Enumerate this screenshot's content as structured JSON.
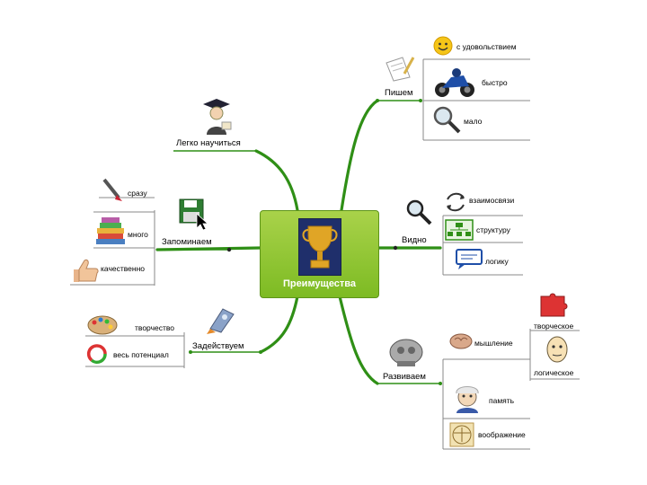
{
  "center": {
    "label": "Преимущества"
  },
  "branches": {
    "write": {
      "label": "Пишем",
      "items": [
        "с удовольствием",
        "быстро",
        "мало"
      ]
    },
    "easy": {
      "label": "Легко научиться"
    },
    "memorize": {
      "label": "Запоминаем",
      "items": [
        "сразу",
        "много",
        "качественно"
      ]
    },
    "see": {
      "label": "Видно",
      "items": [
        "взаимосвязи",
        "структуру",
        "логику"
      ]
    },
    "engage": {
      "label": "Задействуем",
      "items": [
        "творчество",
        "весь потенциал"
      ]
    },
    "develop": {
      "label": "Развиваем",
      "items": [
        "мышление",
        "творческое",
        "логическое",
        "память",
        "воображение"
      ]
    }
  },
  "colors": {
    "branch": "#2f8f16",
    "center": "#8cc43a",
    "center_border": "#5d9419",
    "item_line": "#666666"
  },
  "icons": [
    "smiley-icon",
    "pen-paper-icon",
    "motorcycle-icon",
    "magnifier-icon",
    "graduate-icon",
    "floppy-icon",
    "cursor-icon",
    "pen-icon",
    "books-icon",
    "thumbs-up-icon",
    "arrows-icon",
    "structure-icon",
    "chat-icon",
    "puzzle-icon",
    "face-icon",
    "brain-icon",
    "einstein-icon",
    "vitruvian-icon",
    "palette-icon",
    "recycle-icon",
    "rocket-icon",
    "robot-icon",
    "trophy-icon"
  ]
}
